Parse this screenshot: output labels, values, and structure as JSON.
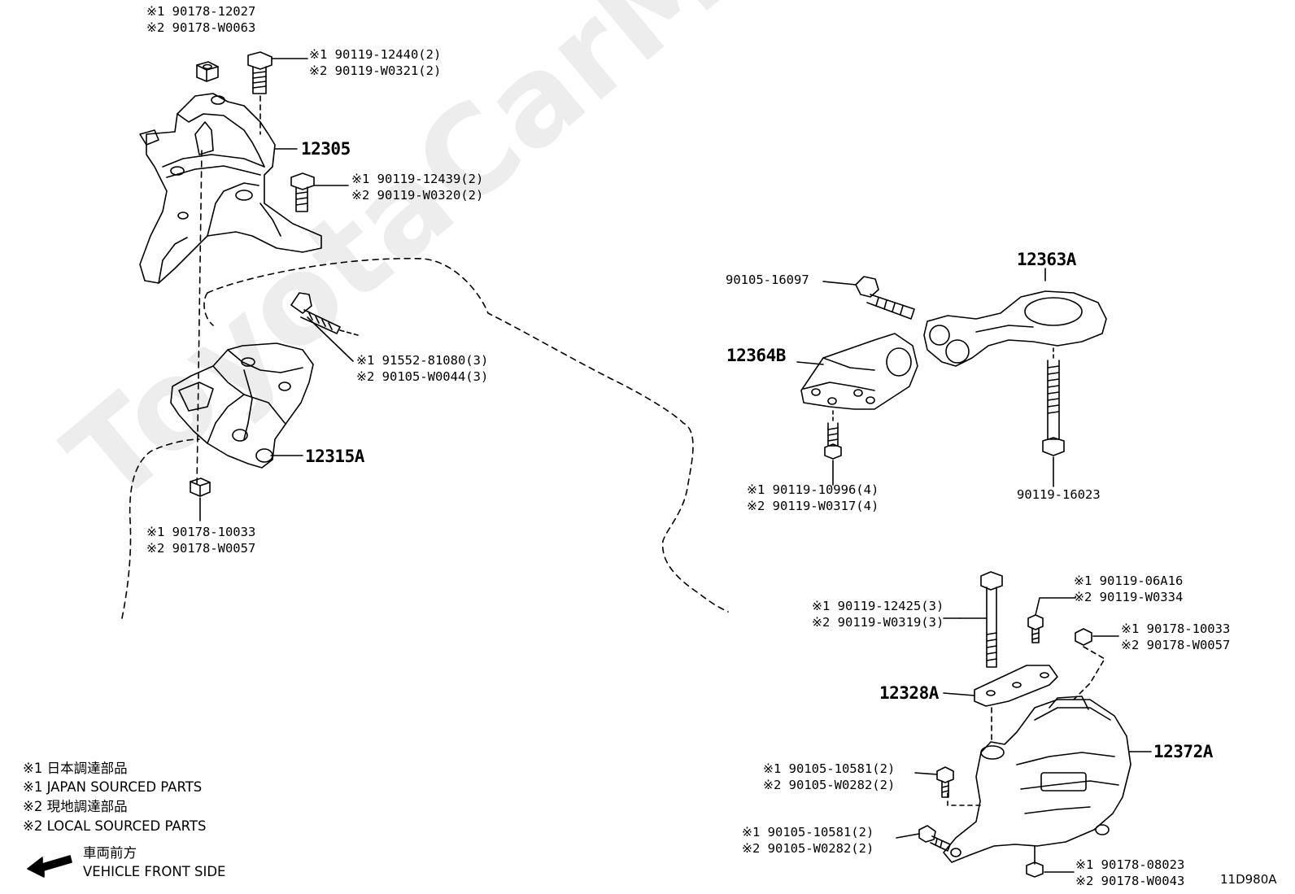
{
  "watermark": "ToyotaCarMine.ru",
  "figure_code": "11D980A",
  "part_numbers": {
    "p12305": "12305",
    "p12315A": "12315A",
    "p12363A": "12363A",
    "p12364B": "12364B",
    "p12328A": "12328A",
    "p12372A": "12372A"
  },
  "callouts": {
    "nut_top_1": "※1 90178-12027",
    "nut_top_2": "※2 90178-W0063",
    "bolt_top_1": "※1 90119-12440(2)",
    "bolt_top_2": "※2 90119-W0321(2)",
    "bolt_mid_1": "※1 90119-12439(2)",
    "bolt_mid_2": "※2 90119-W0320(2)",
    "bolt_long_1": "※1 91552-81080(3)",
    "bolt_long_2": "※2 90105-W0044(3)",
    "nut_bot_1": "※1 90178-10033",
    "nut_bot_2": "※2 90178-W0057",
    "rr_bolt": "90105-16097",
    "rr_bolt2": "90119-16023",
    "rr_small_1": "※1 90119-10996(4)",
    "rr_small_2": "※2 90119-W0317(4)",
    "lh_long_1": "※1 90119-12425(3)",
    "lh_long_2": "※2 90119-W0319(3)",
    "lh_small_1": "※1 90119-06A16",
    "lh_small_2": "※2 90119-W0334",
    "lh_nut_1": "※1 90178-10033",
    "lh_nut_2": "※2 90178-W0057",
    "lh_bolt_a_1": "※1 90105-10581(2)",
    "lh_bolt_a_2": "※2 90105-W0282(2)",
    "lh_bolt_b_1": "※1 90105-10581(2)",
    "lh_bolt_b_2": "※2 90105-W0282(2)",
    "lh_nut_bot_1": "※1 90178-08023",
    "lh_nut_bot_2": "※2 90178-W0043"
  },
  "legend": {
    "line1": "※1 日本調達部品",
    "line2": "※1 JAPAN SOURCED PARTS",
    "line3": "※2 現地調達部品",
    "line4": "※2 LOCAL SOURCED PARTS",
    "front_jp": "車両前方",
    "front_en": "VEHICLE FRONT SIDE"
  },
  "colors": {
    "ink": "#000000",
    "watermark": "#ededed",
    "background": "#ffffff"
  }
}
